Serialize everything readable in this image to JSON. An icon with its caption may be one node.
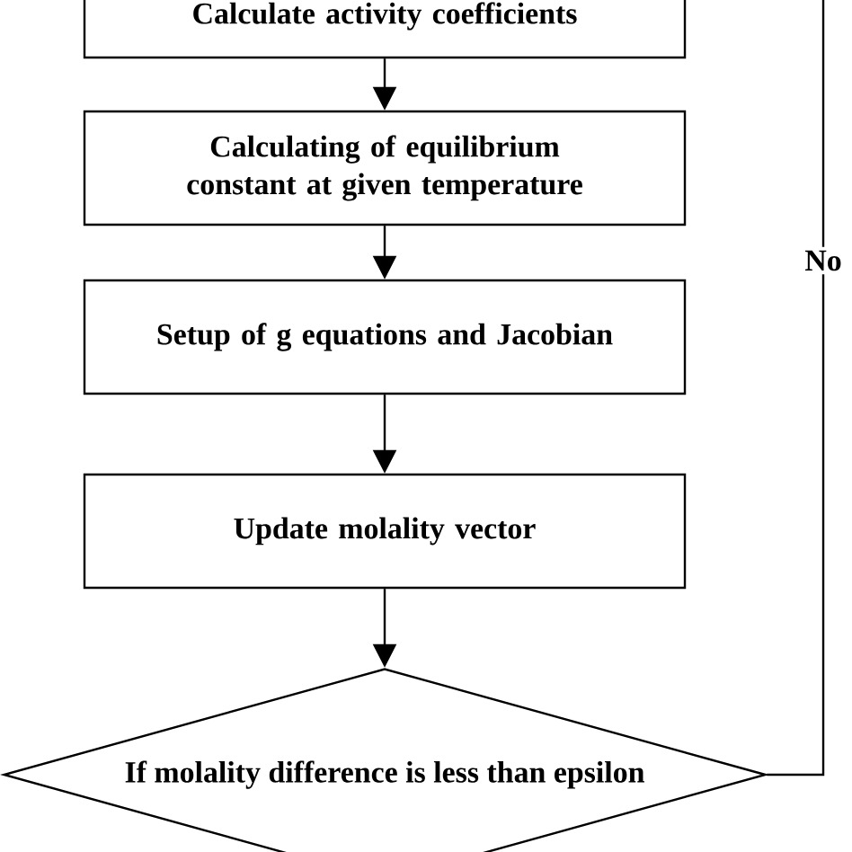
{
  "diagram": {
    "nodes": [
      {
        "text": [
          "Calculate activity coefficients"
        ]
      },
      {
        "text": [
          "Calculating of equilibrium constant at given temperature"
        ]
      },
      {
        "text": [
          "Setup of g equations and Jacobian"
        ]
      },
      {
        "text": [
          "Update molality vector"
        ]
      },
      {
        "text": [
          "If molality difference is less than epsilon"
        ]
      }
    ],
    "edges": [
      {
        "from": 0,
        "to": 1,
        "arrow": "to"
      },
      {
        "from": 1,
        "to": 2,
        "arrow": "to"
      },
      {
        "from": 2,
        "to": 3,
        "arrow": "to"
      },
      {
        "from": 3,
        "to": 4,
        "arrow": "to"
      },
      {
        "from": 4,
        "to": null,
        "arrow": "none",
        "label": "No"
      }
    ]
  }
}
